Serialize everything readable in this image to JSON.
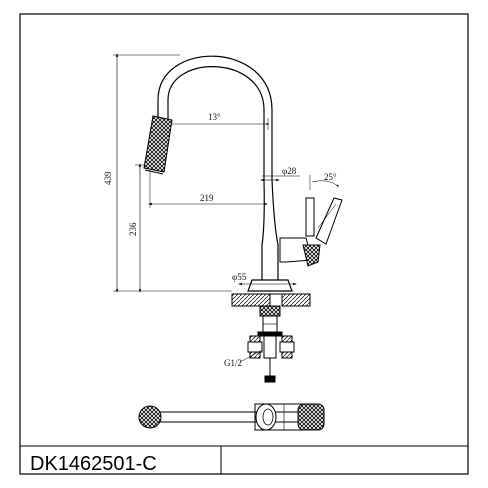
{
  "drawing": {
    "model_number": "DK1462501-C",
    "dimensions": {
      "total_height": "439",
      "spout_height": "236",
      "spout_reach": "219",
      "spray_angle": "13°",
      "body_diameter": "φ28",
      "handle_angle": "25°",
      "base_diameter": "φ55",
      "thread": "G1/2"
    }
  }
}
